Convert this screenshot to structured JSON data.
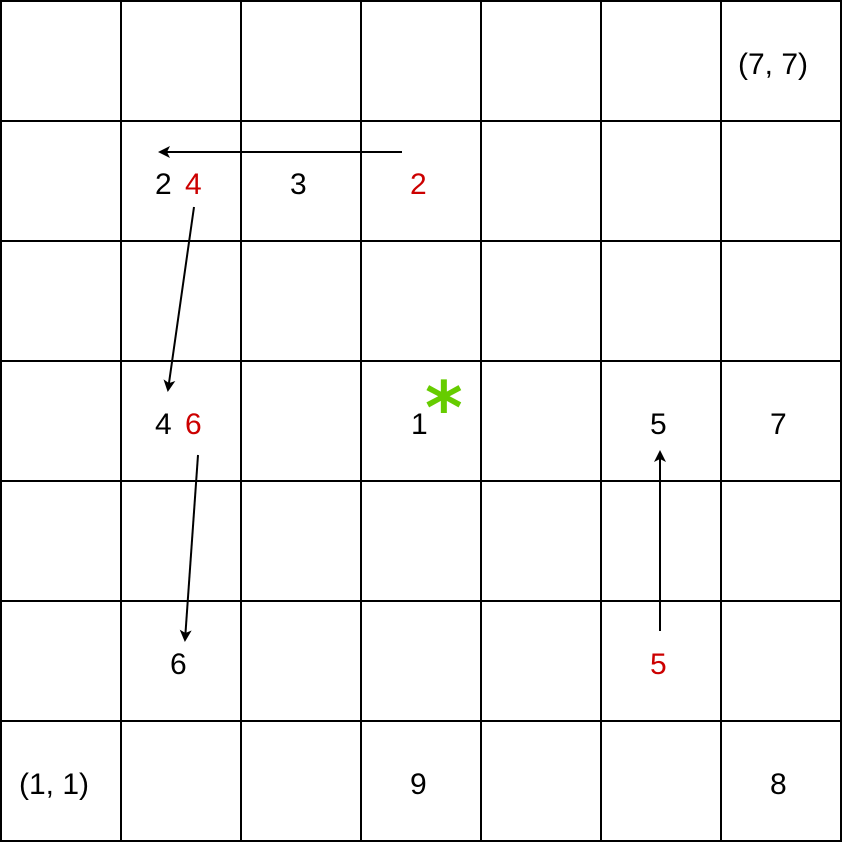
{
  "grid": {
    "rows": 7,
    "cols": 7
  },
  "corner_labels": {
    "top_right": "(7, 7)",
    "bottom_left": "(1, 1)"
  },
  "labels": {
    "r2c2_black": "2",
    "r2c2_red": "4",
    "r2c3": "3",
    "r2c4_red": "2",
    "r4c2_black": "4",
    "r4c2_red": "6",
    "r4c4": "1",
    "r4c6": "5",
    "r4c7": "7",
    "r6c2": "6",
    "r6c6_red": "5",
    "r7c4": "9",
    "r7c7": "8"
  },
  "marker": {
    "symbol": "*",
    "color": "#66cc00"
  },
  "colors": {
    "line": "#000000",
    "text": "#000000",
    "highlight": "#cc0000"
  }
}
